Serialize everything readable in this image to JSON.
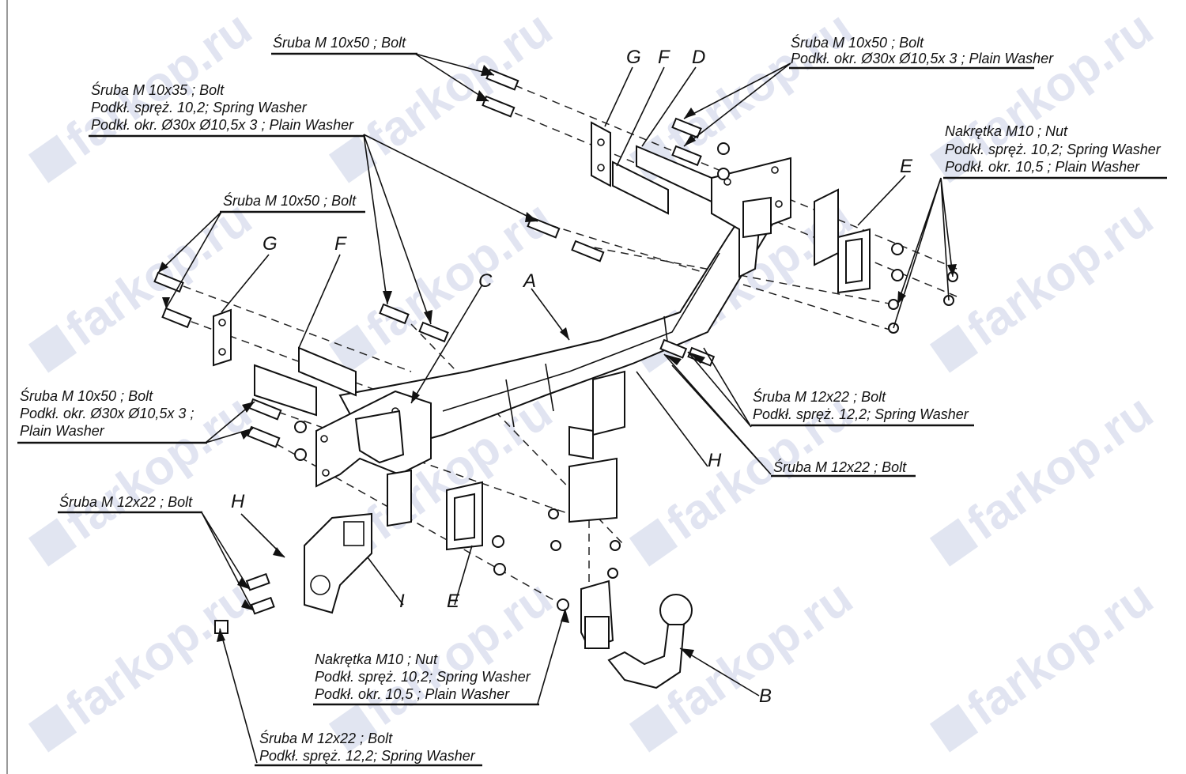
{
  "watermark": {
    "text": "farkop.ru",
    "icon": "car-logo-icon",
    "color": "#c9cfe6"
  },
  "labels": {
    "top_center_bolt": "Śruba M 10x50 ;  Bolt",
    "top_right_bolt_1": "Śruba M 10x50 ;  Bolt",
    "top_right_bolt_2": "Podkł. okr.  Ø30x Ø10,5x 3 ; Plain Washer",
    "left_bolt35_1": "Śruba M 10x35 ;  Bolt",
    "left_bolt35_2": "Podkł. spręż. 10,2; Spring Washer",
    "left_bolt35_3": "Podkł. okr.  Ø30x Ø10,5x 3 ; Plain Washer",
    "right_nut_1": "Nakrętka  M10 ; Nut",
    "right_nut_2": "Podkł. spręż. 10,2; Spring Washer",
    "right_nut_3": "Podkł. okr. 10,5  ; Plain Washer",
    "mid_left_bolt": "Śruba M 10x50 ;  Bolt",
    "lower_left_bolt_1": "Śruba M 10x50 ;  Bolt",
    "lower_left_bolt_2": "Podkł. okr.  Ø30x Ø10,5x 3 ;",
    "lower_left_bolt_3": "Plain Washer",
    "right_m12_1": "Śruba M 12x22 ;  Bolt",
    "right_m12_2": "Podkł. spręż. 12,2; Spring Washer",
    "right_m12_bolt": "Śruba M 12x22 ;  Bolt",
    "left_m12_bolt": "Śruba M 12x22 ;  Bolt",
    "bottom_nut_1": "Nakrętka  M10 ; Nut",
    "bottom_nut_2": "Podkł. spręż. 10,2; Spring Washer",
    "bottom_nut_3": "Podkł. okr. 10,5  ; Plain Washer",
    "bottom_bolt_1": "Śruba M 12x22 ;  Bolt",
    "bottom_bolt_2": "Podkł. spręż. 12,2; Spring Washer"
  },
  "part_letters": {
    "G_top": "G",
    "F_top": "F",
    "D": "D",
    "E_top": "E",
    "G_left": "G",
    "F_left": "F",
    "C": "C",
    "A": "A",
    "H_right": "H",
    "H_left": "H",
    "I": "I",
    "E_bottom": "E",
    "B": "B"
  }
}
